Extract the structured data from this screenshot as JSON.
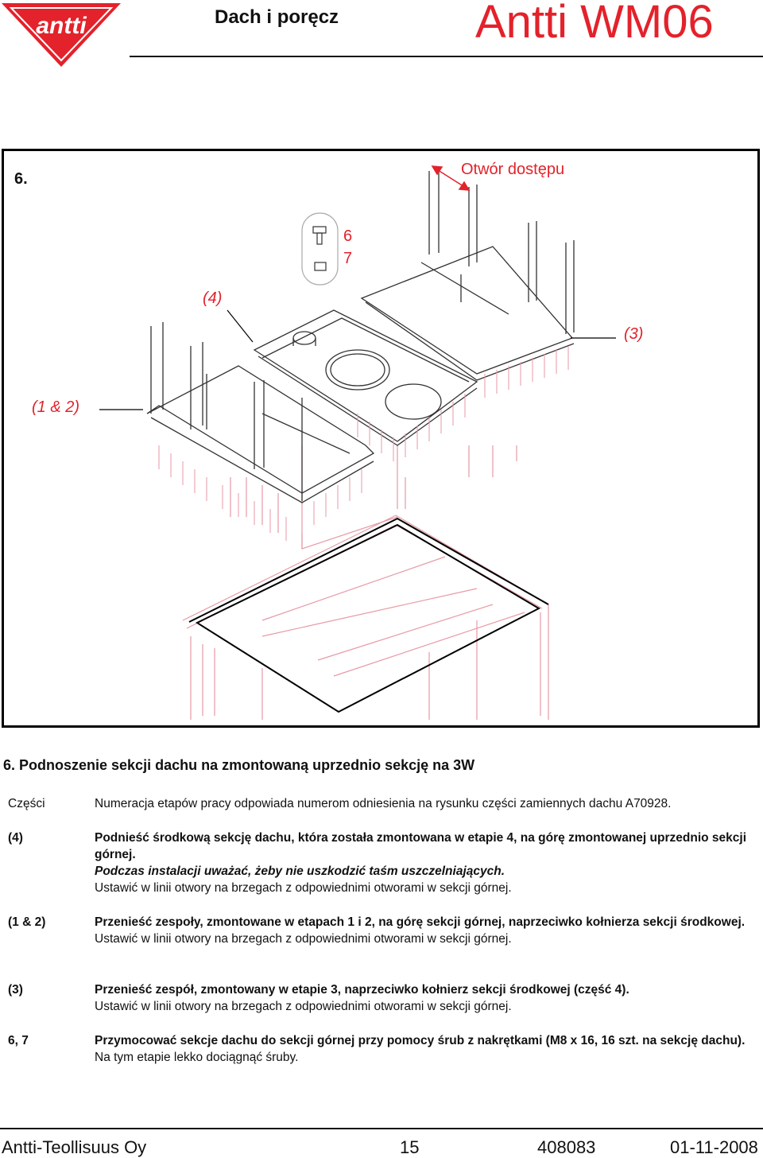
{
  "header": {
    "logo_text": "antti",
    "doc_title": "Dach i poręcz",
    "model": "Antti WM06"
  },
  "figure": {
    "step_number": "6.",
    "access_label": "Otwór dostępu",
    "callouts": {
      "c4": "(4)",
      "c3": "(3)",
      "c12": "(1 & 2)",
      "c6": "6",
      "c7": "7"
    }
  },
  "step_heading": "6. Podnoszenie sekcji dachu na zmontowaną uprzednio sekcję na 3W",
  "rows": [
    {
      "key": "Części",
      "lines": [
        "Numeracja etapów pracy odpowiada numerom odniesienia na rysunku części zamiennych dachu A70928."
      ]
    },
    {
      "key": "(4)",
      "bold": "Podnieść środkową sekcję dachu, która została zmontowana w etapie 4, na górę zmontowanej uprzednio sekcji górnej.",
      "italic": "Podczas instalacji uważać, żeby nie uszkodzić taśm uszczelniających.",
      "plain": "Ustawić w linii otwory na brzegach z odpowiednimi otworami w sekcji górnej."
    },
    {
      "key": "(1 & 2)",
      "bold": "Przenieść zespoły, zmontowane w etapach 1 i 2, na górę sekcji górnej, naprzeciwko kołnierza sekcji środkowej.",
      "plain": "Ustawić w linii otwory na brzegach z odpowiednimi otworami w sekcji górnej."
    },
    {
      "key": "(3)",
      "bold": "Przenieść zespół, zmontowany w etapie 3, naprzeciwko kołnierz sekcji środkowej (część 4).",
      "plain": "Ustawić w linii otwory na brzegach z odpowiednimi otworami w sekcji górnej."
    },
    {
      "key": "6, 7",
      "bold": "Przymocować sekcje dachu do sekcji górnej przy pomocy śrub z nakrętkami (M8 x 16, 16 szt. na sekcję dachu).",
      "plain": "Na tym etapie lekko dociągnąć śruby."
    }
  ],
  "footer": {
    "company": "Antti-Teollisuus Oy",
    "page": "15",
    "doc_number": "408083",
    "date": "01-11-2008"
  },
  "colors": {
    "brand_red": "#e3222b",
    "line": "#000000",
    "drawing_pink": "#e79aa5"
  }
}
